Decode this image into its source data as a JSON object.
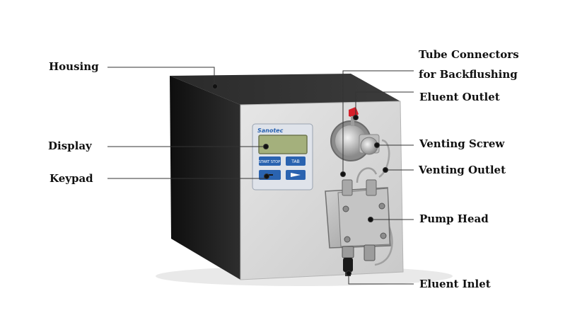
{
  "labels": {
    "housing": "Housing",
    "display": "Display",
    "keypad": "Keypad",
    "tube_connectors_line1": "Tube Connectors",
    "tube_connectors_line2": "for Backflushing",
    "eluent_outlet": "Eluent Outlet",
    "venting_screw": "Venting Screw",
    "venting_outlet": "Venting Outlet",
    "pump_head": "Pump Head",
    "eluent_inlet": "Eluent Inlet"
  },
  "device": {
    "brand_logo": "Sanotec",
    "keys": {
      "start_stop": "START STOP",
      "tab": "TAB"
    }
  },
  "colors": {
    "housing_dark": "#1c1c1c",
    "front_panel": "#d9d9d9",
    "keypad_blue": "#2a63b0",
    "lcd_green": "#a4b07c",
    "fitting_red": "#d6202a",
    "pump_head_metal": "#b7b7b7",
    "callout_line": "#333333"
  }
}
